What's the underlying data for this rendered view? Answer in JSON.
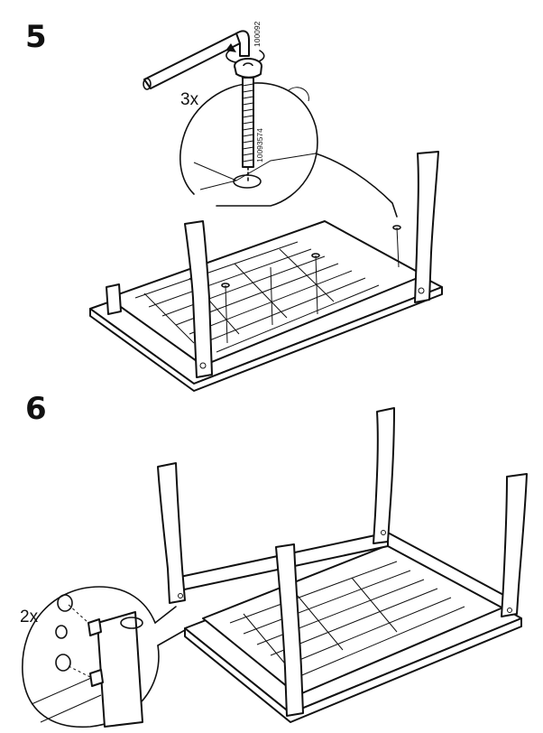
{
  "steps": [
    {
      "number": "5",
      "detail": {
        "quantity": "3x",
        "tool_part_no": "100092",
        "bolt_part_no": "10093574"
      }
    },
    {
      "number": "6",
      "detail": {
        "quantity": "2x"
      }
    }
  ],
  "icons": [
    "allen-key-icon",
    "bolt-icon",
    "rotation-arrow-icon",
    "dowel-icon"
  ]
}
